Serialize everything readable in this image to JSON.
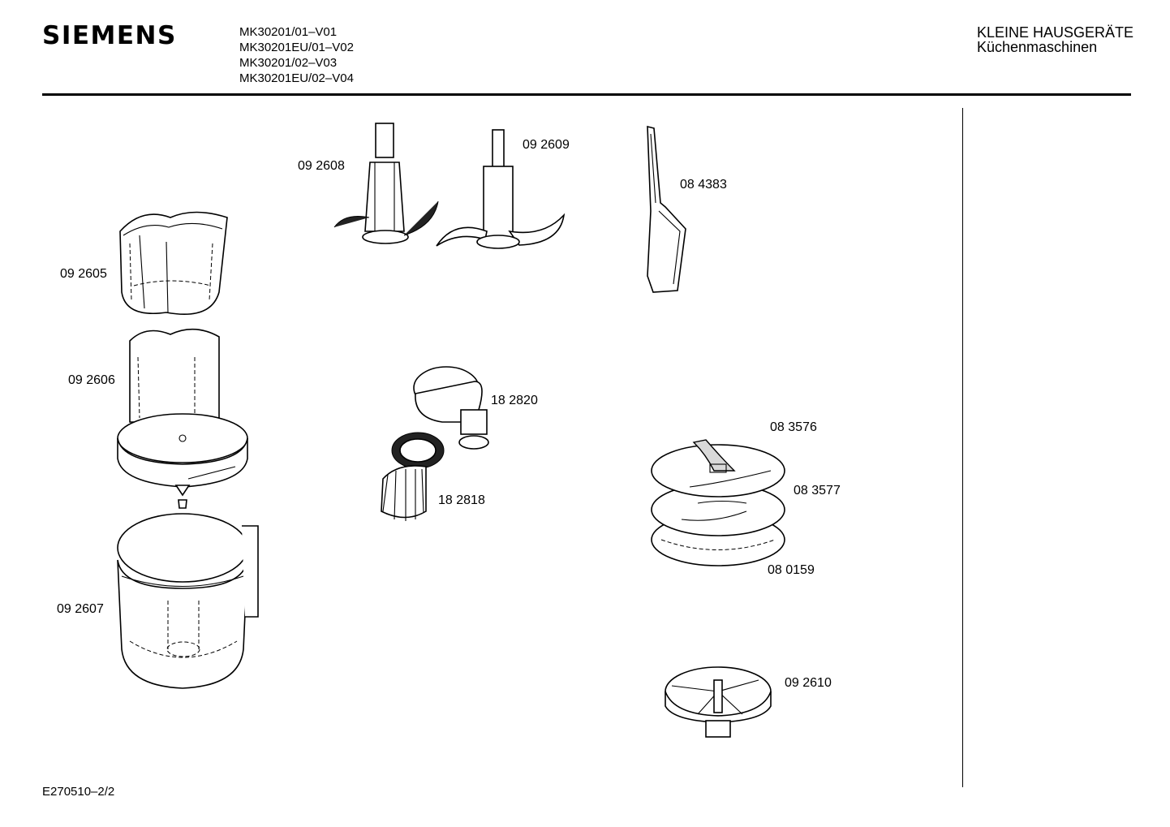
{
  "header": {
    "brand": "SIEMENS",
    "models": [
      "MK30201/01–V01",
      "MK30201EU/01–V02",
      "MK30201/02–V03",
      "MK30201EU/02–V04"
    ],
    "category_line1": "KLEINE HAUSGERÄTE",
    "category_line2": "Küchenmaschinen"
  },
  "footer": {
    "doc_id": "E270510–2/2"
  },
  "parts": {
    "p092605": "09 2605",
    "p092606": "09 2606",
    "p092607": "09 2607",
    "p092608": "09 2608",
    "p092609": "09 2609",
    "p084383": "08 4383",
    "p182820": "18 2820",
    "p182818": "18 2818",
    "p083576": "08 3576",
    "p083577": "08 3577",
    "p080159": "08 0159",
    "p092610": "09 2610"
  }
}
